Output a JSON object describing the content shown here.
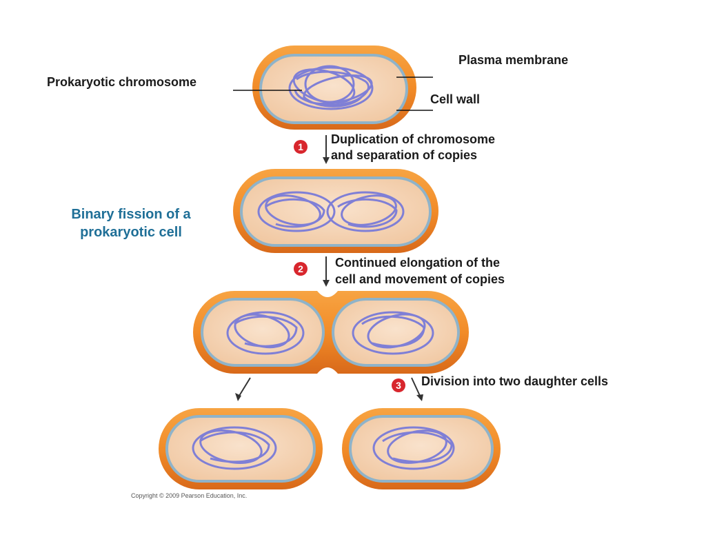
{
  "title": "Binary fission of a prokaryotic cell",
  "title_lines": [
    "Binary fission of a",
    "prokaryotic cell"
  ],
  "labels": {
    "plasma_membrane": "Plasma membrane",
    "cell_wall": "Cell wall",
    "chromosome": "Prokaryotic chromosome"
  },
  "steps": [
    {
      "number": "1",
      "text_line1": "Duplication of chromosome",
      "text_line2": "and separation of copies"
    },
    {
      "number": "2",
      "text_line1": "Continued elongation of the",
      "text_line2": "cell and movement of copies"
    },
    {
      "number": "3",
      "text_line1": "Division into two daughter cells",
      "text_line2": ""
    }
  ],
  "copyright": "Copyright © 2009 Pearson Education, Inc.",
  "colors": {
    "cell_wall": "#f28c28",
    "cell_wall_dark": "#d8691a",
    "membrane": "#8fb3c9",
    "cytoplasm": "#f6d7b8",
    "chromosome": "#7f7fd6",
    "step_badge": "#d8262d",
    "title": "#1f6f97"
  }
}
